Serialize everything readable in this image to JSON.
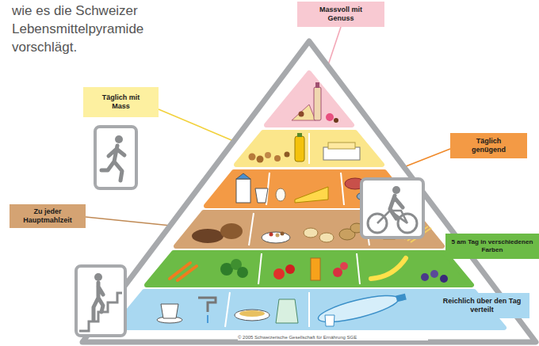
{
  "diagram": {
    "nodes": [
      {
        "text": [
          "Massvoll mit Genuss"
        ]
      },
      {
        "text": [
          "Täglich mit Mass"
        ]
      },
      {
        "text": [
          "Täglich genügend"
        ]
      },
      {
        "text": [
          "Zu jeder Hauptmahlzeit"
        ]
      },
      {
        "text": [
          "5 am Tag in verschiedenen Farben"
        ]
      },
      {
        "text": [
          "Reichlich über den Tag verteilt"
        ]
      }
    ],
    "labels": [
      "wie es die Schweizer Lebensmittelpyramide vorschlägt.",
      "© 2005 Schweizerische Gesellschaft für Ernährung SGE"
    ]
  }
}
